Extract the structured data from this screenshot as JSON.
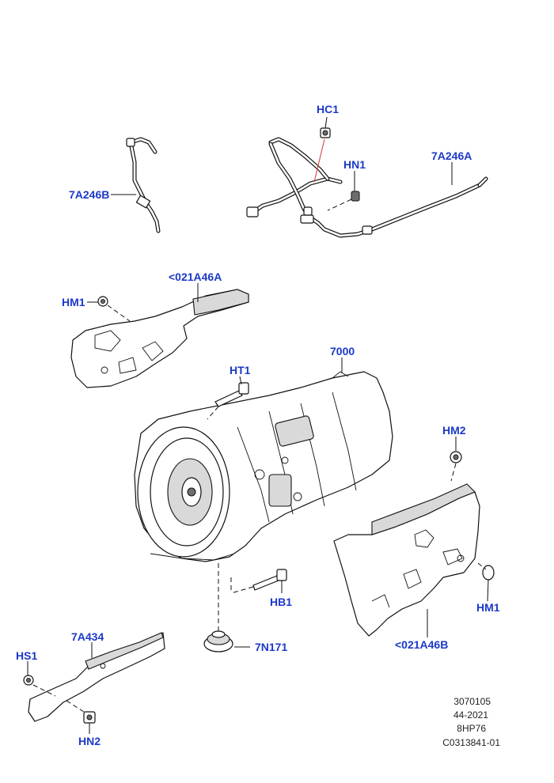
{
  "callouts": {
    "hc1": "HC1",
    "hn1": "HN1",
    "a7a246a": "7A246A",
    "a7a246b": "7A246B",
    "a021a46a": "<021A46A",
    "hm1_top": "HM1",
    "ht1": "HT1",
    "p7000": "7000",
    "hm2": "HM2",
    "hm1_right": "HM1",
    "hb1": "HB1",
    "a021a46b": "<021A46B",
    "a7a434": "7A434",
    "hs1": "HS1",
    "a7n171": "7N171",
    "hn2": "HN2"
  },
  "reference": {
    "line1": "3070105",
    "line2": "44-2021",
    "line3": "8HP76",
    "line4": "C0313841-01"
  },
  "colors": {
    "callout": "#1c39c8",
    "highlight_leader": "#e03030",
    "line": "#111111"
  }
}
